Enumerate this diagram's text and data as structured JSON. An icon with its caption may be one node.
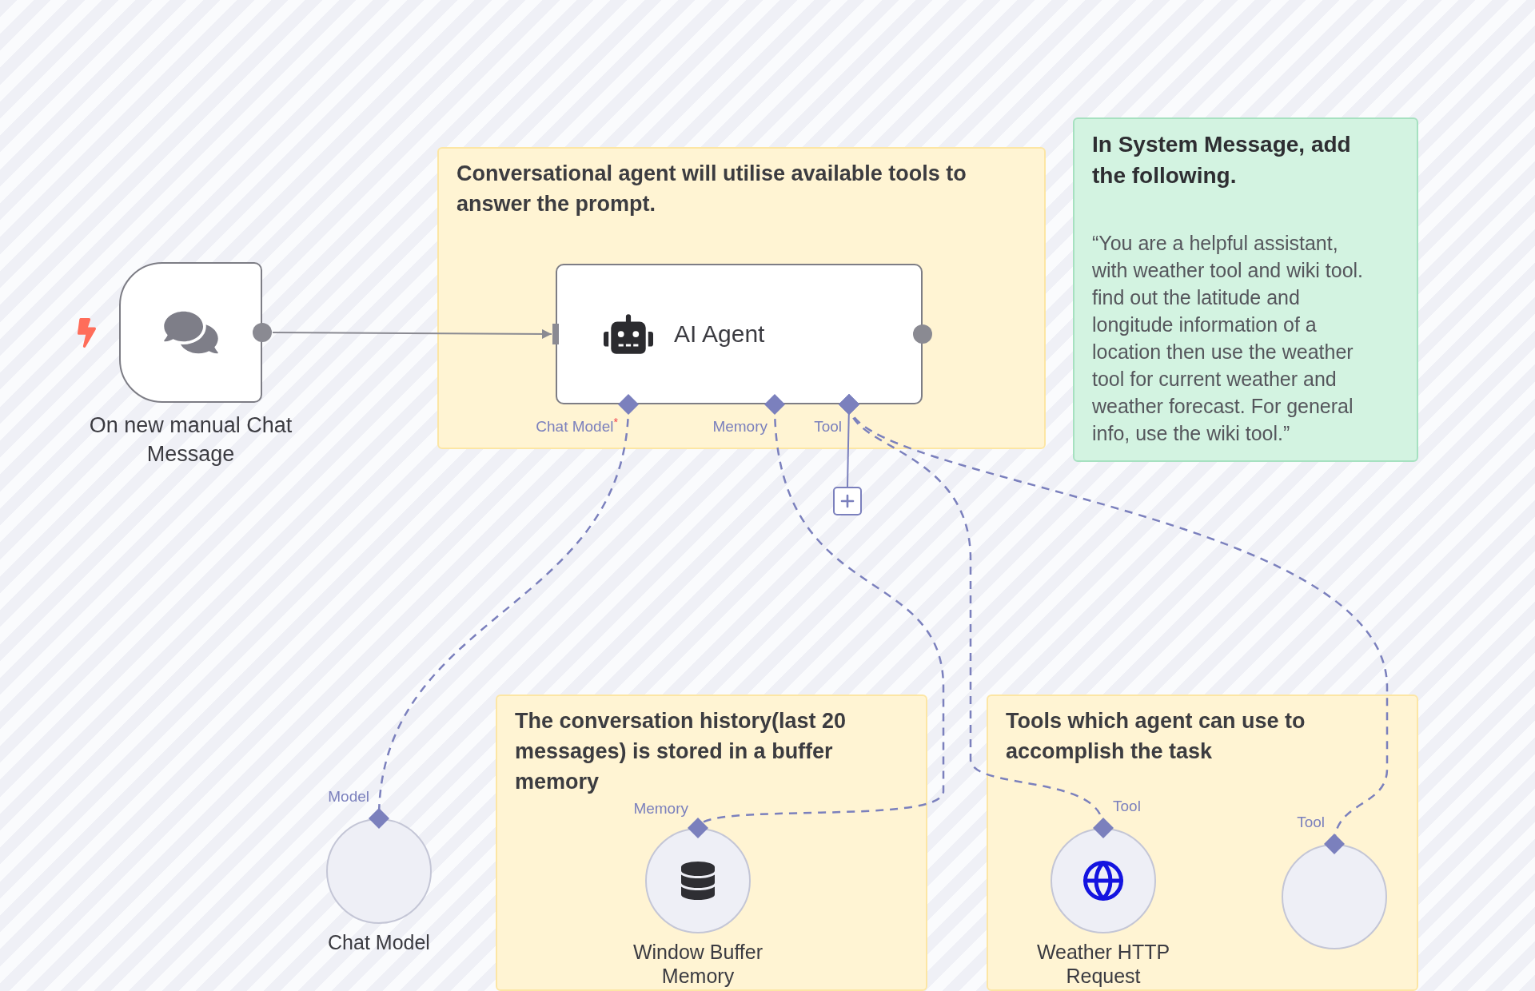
{
  "diagram": {
    "nodes": [
      {
        "text": [
          "On new manual Chat Message"
        ]
      },
      {
        "text": [
          "Conversational agent will utilise available tools to answer the prompt."
        ]
      },
      {
        "text": [
          "AI Agent"
        ],
        "in": 1,
        "beside": [
          "Chat Model$^{*}$",
          "Memory",
          "Tool"
        ]
      },
      {
        "text": [
          "In System Message, add the following.",
          "“You are a helpful assistant, with weather tool and wiki tool. find out the latitude and longitude information of a location then use the weather tool for current weather and weather forecast. For general info, use the wiki tool.”"
        ]
      },
      {
        "text": [],
        "shape": "box"
      },
      {
        "text": [
          "Chat Model"
        ],
        "beside": [
          "Model"
        ]
      },
      {
        "text": [
          "The conversation history(last 20 messages) is stored in a buffer memory"
        ]
      },
      {
        "text": [
          "Window Buffer Memory"
        ],
        "in": 6,
        "beside": [
          "Memory"
        ]
      },
      {
        "text": [
          "Tools which agent can use to accomplish the task"
        ]
      },
      {
        "text": [
          "Weather HTTP Request"
        ],
        "in": 8,
        "beside": [
          "Tool"
        ]
      },
      {
        "text": [],
        "shape": "circle",
        "in": 8,
        "beside": [
          "Tool"
        ]
      }
    ],
    "edges": [
      {
        "from": 0,
        "to": 2,
        "arrow": "to",
        "color": "#8a8a92"
      },
      {
        "from": 2,
        "to": 5,
        "arrow": "other",
        "style": "dashed"
      },
      {
        "from": 2,
        "to": 7,
        "arrow": "other",
        "style": "dashed"
      },
      {
        "from": 2,
        "to": 4,
        "arrow": "other"
      },
      {
        "from": 2,
        "to": 9,
        "arrow": "other",
        "style": "dashed"
      },
      {
        "from": 2,
        "to": 10,
        "arrow": "other",
        "style": "dashed"
      }
    ]
  }
}
